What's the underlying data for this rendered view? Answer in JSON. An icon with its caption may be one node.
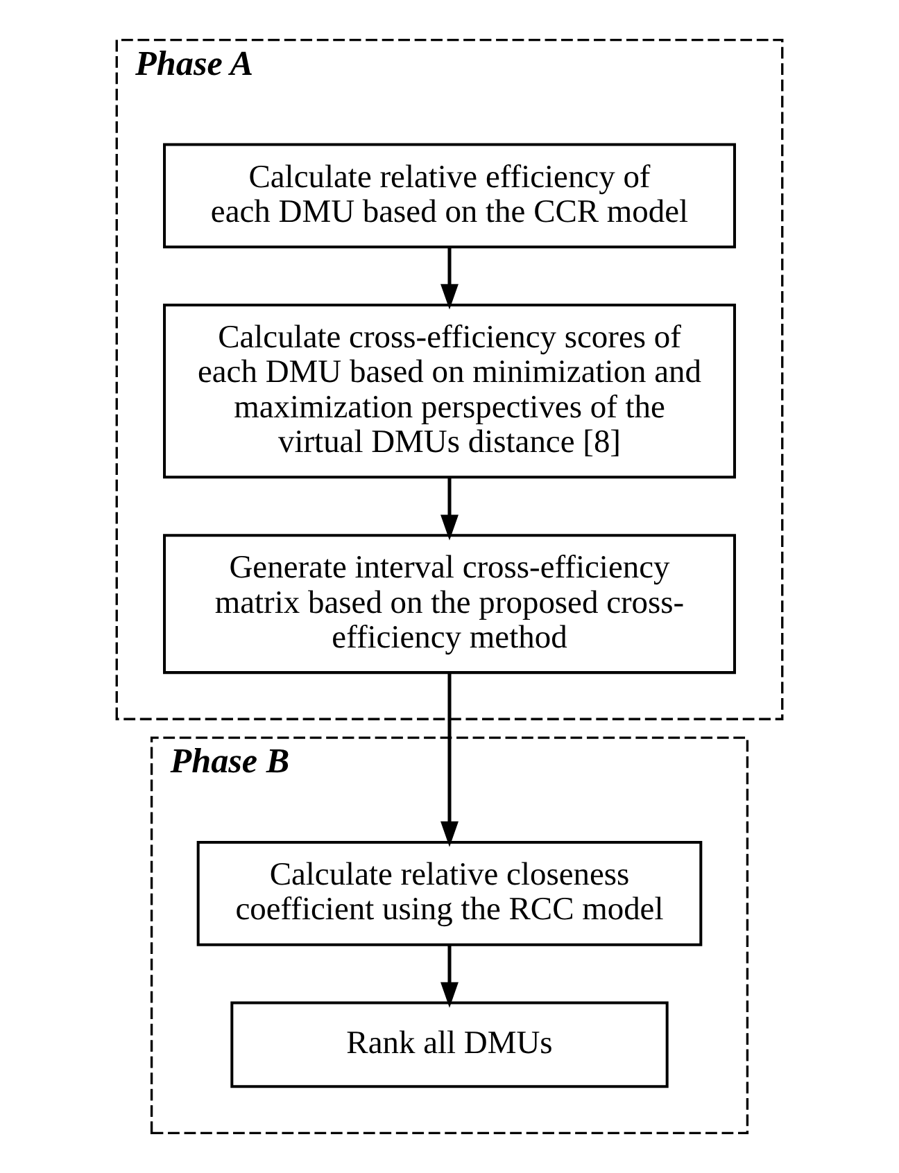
{
  "diagram": {
    "nodes": [
      {
        "text": [
          "Phase A"
        ]
      },
      {
        "text": [
          "Calculate relative efficiency of each DMU based on the CCR model"
        ],
        "in": 0
      },
      {
        "text": [
          "Calculate cross-efficiency scores of each DMU based on minimization and maximization perspectives of the virtual DMUs distance [8]"
        ],
        "in": 0
      },
      {
        "text": [
          "Generate interval cross-efficiency matrix based on the proposed cross-efficiency method"
        ],
        "in": 0
      },
      {
        "text": [
          "Phase B"
        ]
      },
      {
        "text": [
          "Calculate relative closeness coefficient using the RCC model"
        ],
        "in": 4
      },
      {
        "text": [
          "Rank all DMUs"
        ],
        "in": 4
      }
    ],
    "edges": [
      {
        "from": 1,
        "to": 2,
        "arrow": "to"
      },
      {
        "from": 2,
        "to": 3,
        "arrow": "to"
      },
      {
        "from": 3,
        "to": 5,
        "arrow": "to"
      },
      {
        "from": 5,
        "to": 6,
        "arrow": "to"
      }
    ]
  }
}
